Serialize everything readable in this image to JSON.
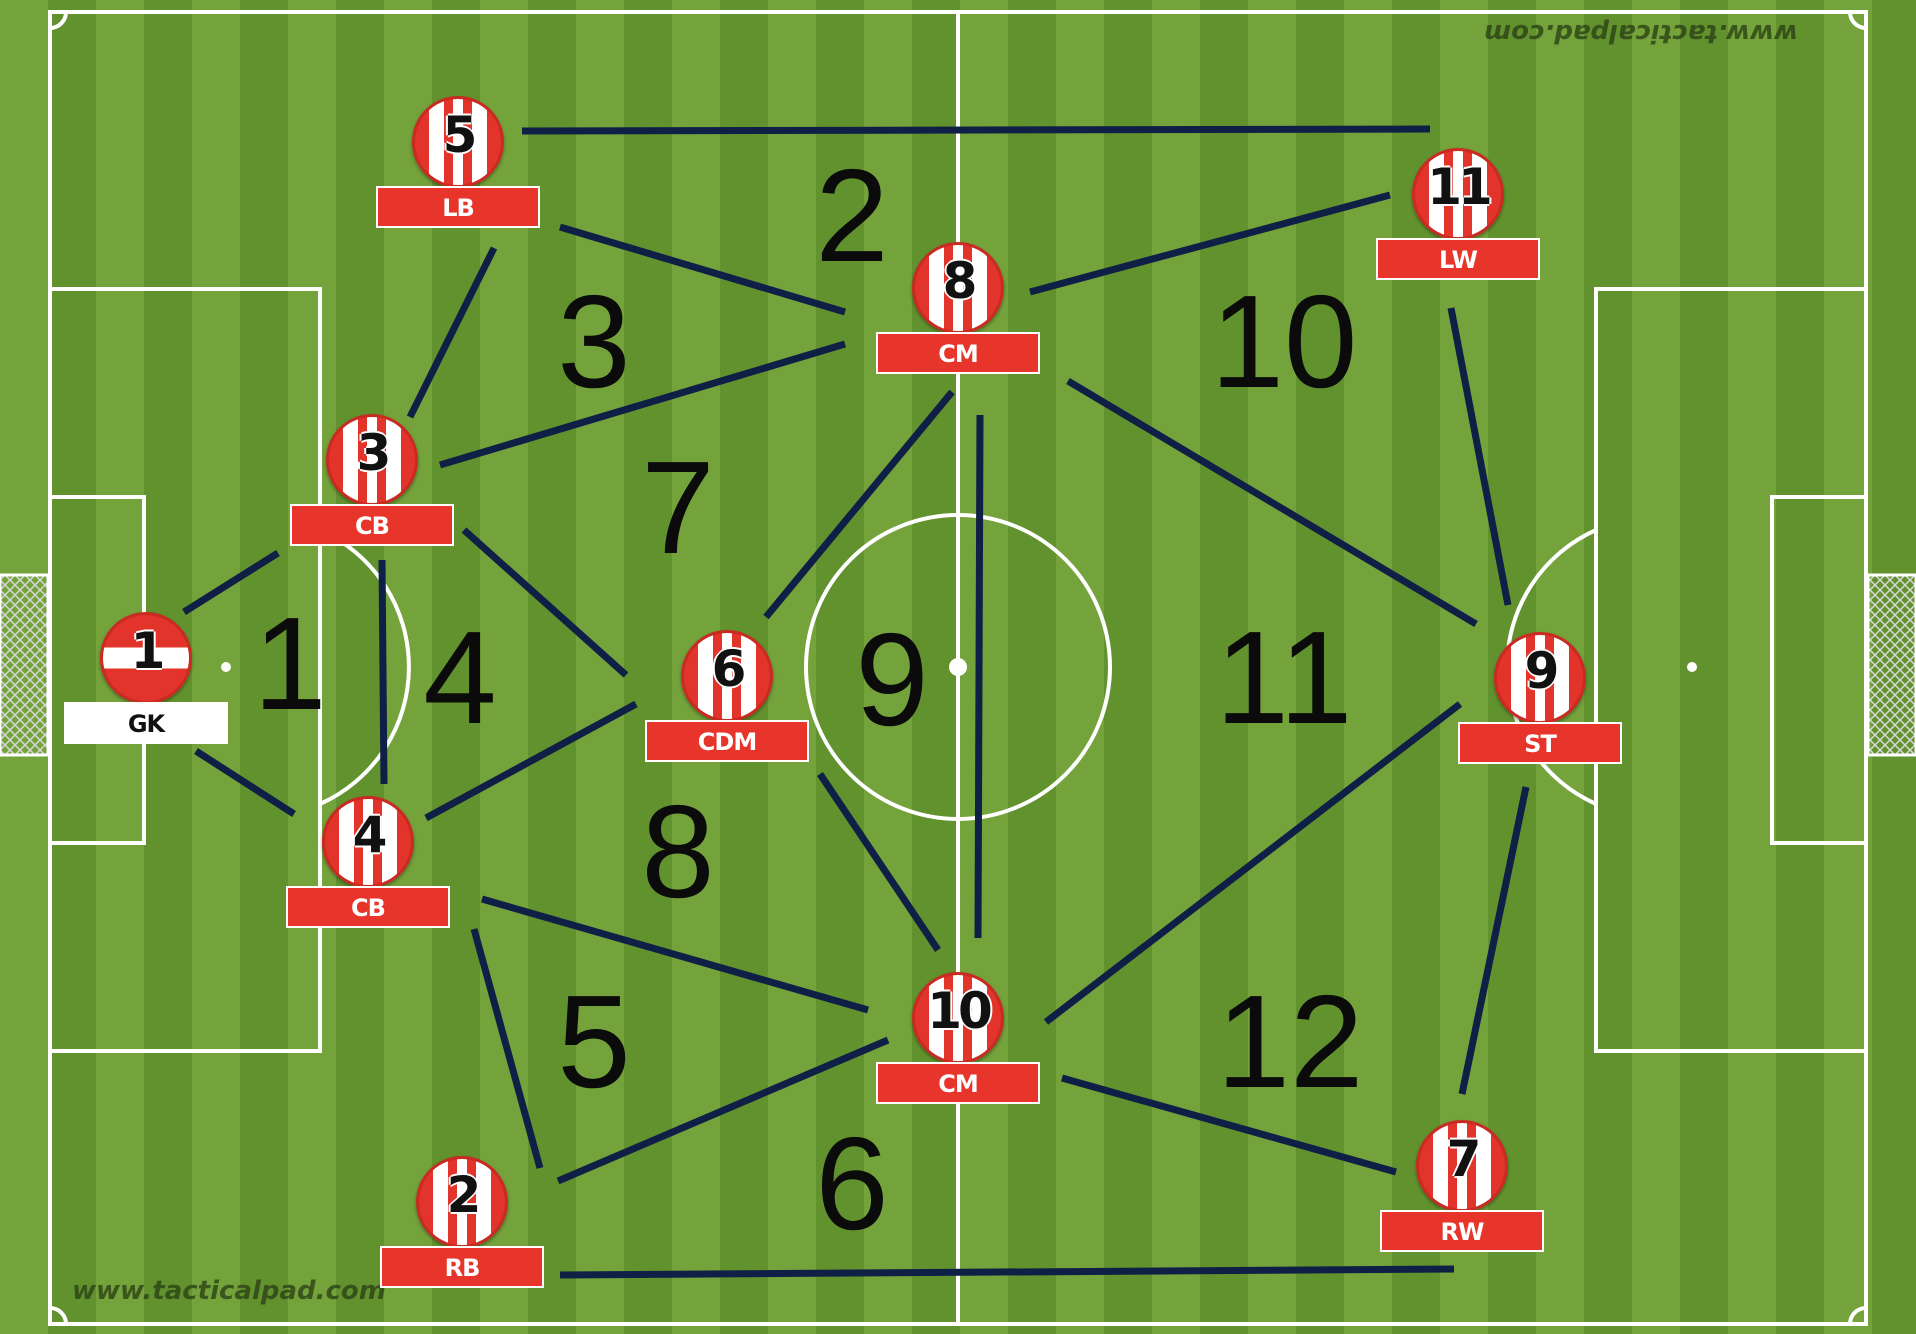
{
  "watermarks": {
    "top": "www.tacticalpad.com",
    "bottom": "www.tacticalpad.com"
  },
  "zones": [
    "1",
    "2",
    "3",
    "4",
    "5",
    "6",
    "7",
    "8",
    "9",
    "10",
    "11",
    "12"
  ],
  "players": [
    {
      "id": "gk",
      "number": "1",
      "position": "GK"
    },
    {
      "id": "lb",
      "number": "5",
      "position": "LB"
    },
    {
      "id": "cb3",
      "number": "3",
      "position": "CB"
    },
    {
      "id": "cb4",
      "number": "4",
      "position": "CB"
    },
    {
      "id": "rb",
      "number": "2",
      "position": "RB"
    },
    {
      "id": "cdm",
      "number": "6",
      "position": "CDM"
    },
    {
      "id": "cm8",
      "number": "8",
      "position": "CM"
    },
    {
      "id": "cm10",
      "number": "10",
      "position": "CM"
    },
    {
      "id": "lw",
      "number": "11",
      "position": "LW"
    },
    {
      "id": "st",
      "number": "9",
      "position": "ST"
    },
    {
      "id": "rw",
      "number": "7",
      "position": "RW"
    }
  ],
  "colors": {
    "grass_light": "#76a43c",
    "grass_dark": "#5f8f2c",
    "lines": "#ffffff",
    "connector": "#0f1f45",
    "shirt_red": "#e2342a",
    "label_red": "#e8352b"
  }
}
